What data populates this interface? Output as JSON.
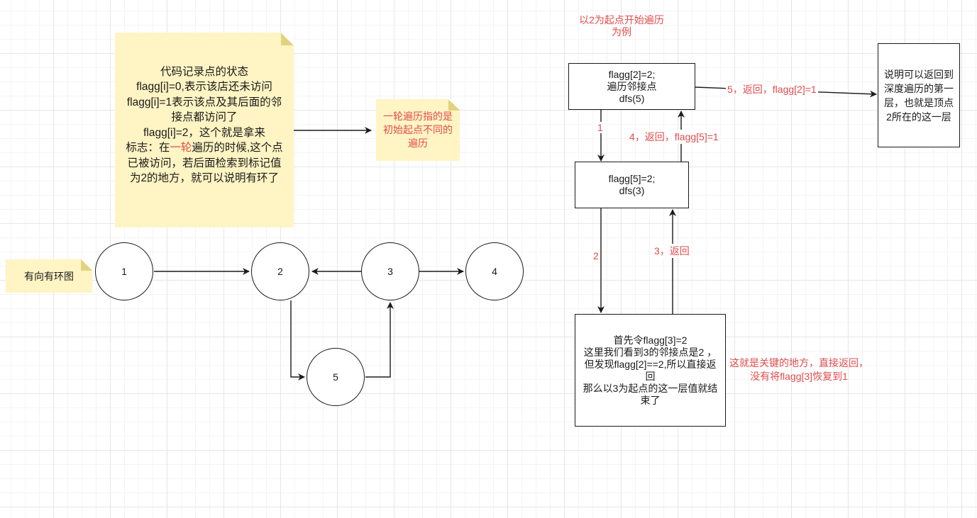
{
  "notes": {
    "state_line1": "代码记录点的状态",
    "state_line2": "flagg[i]=0,表示该店还未访问",
    "state_line3": "flagg[i]=1表示该点及其后面的邻接点都访问了",
    "state_line4": "flagg[i]=2，这个就是拿来",
    "state_line5_a": "标志：在",
    "state_line5_red": "一轮",
    "state_line5_b": "遍历的时候,这个点已被访问，若后面检索到标记值为2的地方，就可以说明有环了",
    "round_note": "一轮遍历指的是初始起点不同的遍历",
    "graph_label": "有向有环图"
  },
  "graph": {
    "nodes": [
      "1",
      "2",
      "3",
      "4",
      "5"
    ]
  },
  "trace": {
    "header": "以2为起点开始遍历为例",
    "box1": "flagg[2]=2;\n遍历邻接点\ndfs(5)",
    "box2": "flagg[5]=2;\ndfs(3)",
    "box3": "首先令flagg[3]=2\n这里我们看到3的邻接点是2 ，但发现flagg[2]==2,所以直接返回\n那么以3为起点的这一层值就结束了",
    "box4": "说明可以返回到深度遍历的第一层，也就是顶点2所在的这一层",
    "step1": "1",
    "step2": "2",
    "step3": "3，返回",
    "step4": "4，返回，flagg[5]=1",
    "step5": "5，返回，flagg[2]=1",
    "key_note": "这就是关键的地方，直接返回，没有将flagg[3]恢复到1"
  },
  "colors": {
    "note_fill": "#fff4c3",
    "accent_red": "#e14c4c",
    "stroke": "#1a1a1a"
  }
}
